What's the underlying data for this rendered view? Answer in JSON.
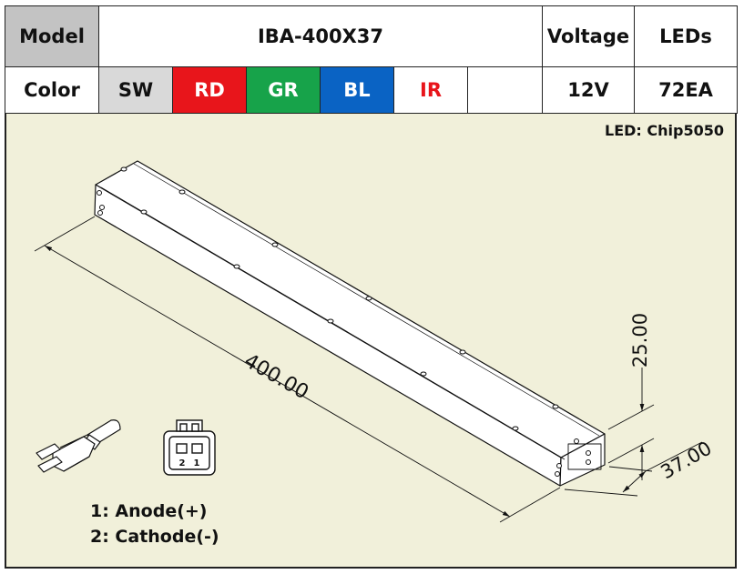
{
  "spec_table": {
    "model_label": "Model",
    "model_value": "IBA-400X37",
    "voltage_label": "Voltage",
    "leds_label": "LEDs",
    "color_label": "Color",
    "colors": [
      {
        "label": "SW",
        "bg": "#d9d9d9",
        "fg": "#111111"
      },
      {
        "label": "RD",
        "bg": "#e8151b",
        "fg": "#ffffff"
      },
      {
        "label": "GR",
        "bg": "#17a34a",
        "fg": "#ffffff"
      },
      {
        "label": "BL",
        "bg": "#0a63c4",
        "fg": "#ffffff"
      },
      {
        "label": "IR",
        "bg": "#ffffff",
        "fg": "#e8151b"
      },
      {
        "label": "",
        "bg": "#ffffff",
        "fg": "#111111"
      }
    ],
    "voltage_value": "12V",
    "leds_value": "72EA"
  },
  "drawing": {
    "led_note": "LED: Chip5050",
    "dim_length": "400.00",
    "dim_height": "25.00",
    "dim_width": "37.00",
    "connector_pin_labels": [
      "2",
      "1"
    ],
    "pins": [
      "1: Anode(+)",
      "2: Cathode(-)"
    ],
    "background_color": "#f1f0da"
  }
}
